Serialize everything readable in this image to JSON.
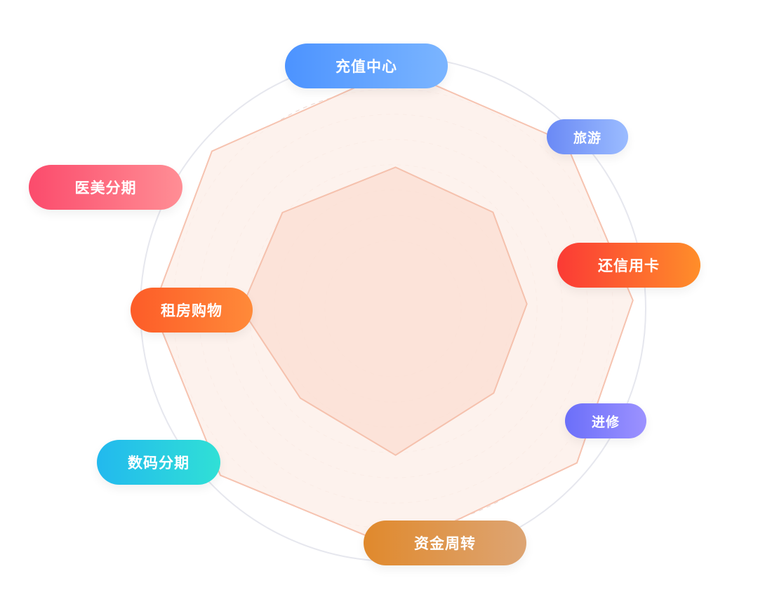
{
  "chart_data": {
    "type": "radar",
    "categories": [
      "充值中心",
      "旅游",
      "还信用卡",
      "进修",
      "资金周转",
      "数码分期",
      "租房购物",
      "医美分期"
    ],
    "series": [
      {
        "values": [
          0.95,
          0.95,
          0.95,
          0.95,
          0.95,
          0.95,
          0.95,
          0.95
        ]
      },
      {
        "values": [
          0.56,
          0.55,
          0.53,
          0.52,
          0.58,
          0.51,
          0.6,
          0.58
        ]
      }
    ],
    "rlim": [
      0,
      1
    ],
    "grid": true,
    "colors": {
      "outer_fill": "#fdf0ea",
      "outer_stroke": "#f6c3b0",
      "inner_fill": "#fbded2",
      "inner_stroke": "#f5c1ad",
      "grid_ring": "#e6e7ee"
    }
  },
  "labels": [
    {
      "text": "充值中心",
      "color_from": "#4c93ff",
      "color_to": "#7bb5ff"
    },
    {
      "text": "旅游",
      "color_from": "#6a89f5",
      "color_to": "#9bbcff"
    },
    {
      "text": "还信用卡",
      "color_from": "#fb3a35",
      "color_to": "#ff8e2a"
    },
    {
      "text": "进修",
      "color_from": "#6b6ff9",
      "color_to": "#9c92ff"
    },
    {
      "text": "资金周转",
      "color_from": "#e0892c",
      "color_to": "#dda574"
    },
    {
      "text": "数码分期",
      "color_from": "#22b9ee",
      "color_to": "#30e0d6"
    },
    {
      "text": "租房购物",
      "color_from": "#fd5c28",
      "color_to": "#ff8a39"
    },
    {
      "text": "医美分期",
      "color_from": "#fb4b6c",
      "color_to": "#ff8e95"
    }
  ]
}
